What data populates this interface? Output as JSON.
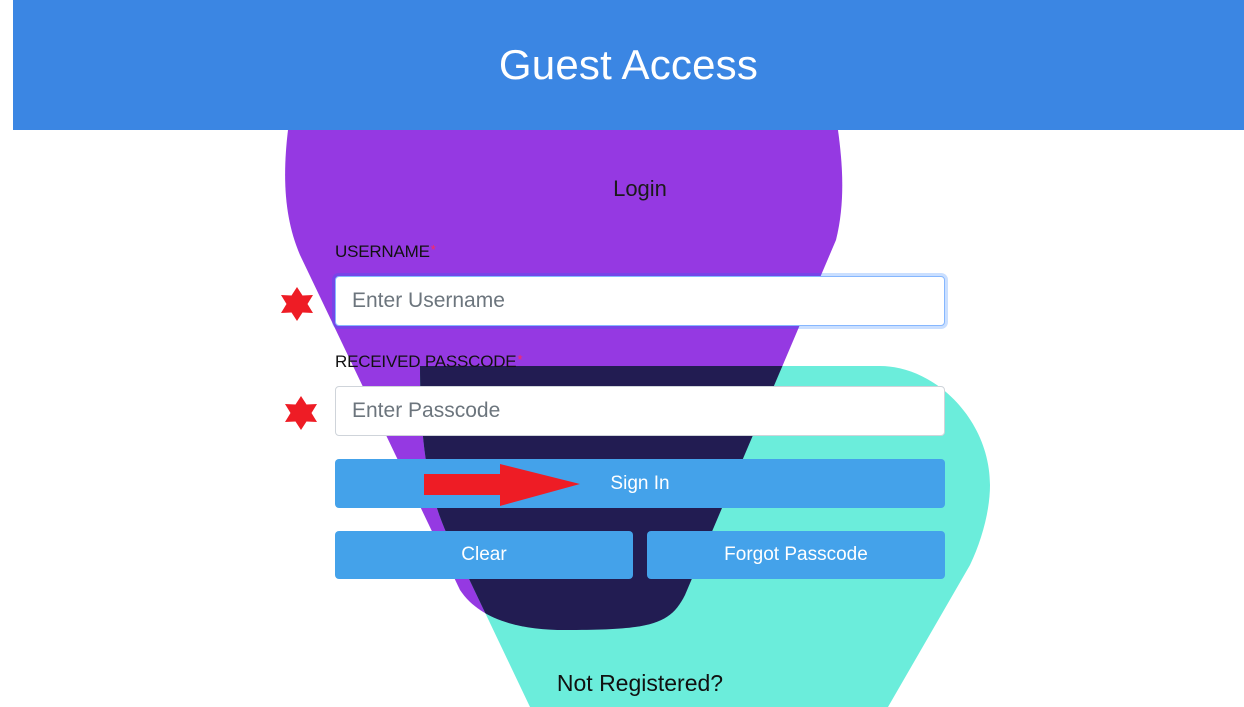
{
  "header": {
    "title": "Guest Access"
  },
  "login": {
    "title": "Login",
    "username": {
      "label": "USERNAME",
      "required_mark": "*",
      "value": "",
      "placeholder": "Enter Username"
    },
    "passcode": {
      "label": "RECEIVED PASSCODE",
      "required_mark": "*",
      "value": "",
      "placeholder": "Enter Passcode"
    },
    "sign_in_label": "Sign In",
    "clear_label": "Clear",
    "forgot_label": "Forgot Passcode"
  },
  "footer": {
    "not_registered": "Not Registered?"
  },
  "annotations": {
    "star_color": "#ee1c25",
    "arrow_color": "#ee1c25"
  },
  "colors": {
    "header_bg": "#3b86e3",
    "button_bg": "#44a2ea",
    "shape_purple": "#9539e2",
    "shape_teal": "#6beddb",
    "shape_overlap": "#221c52"
  }
}
